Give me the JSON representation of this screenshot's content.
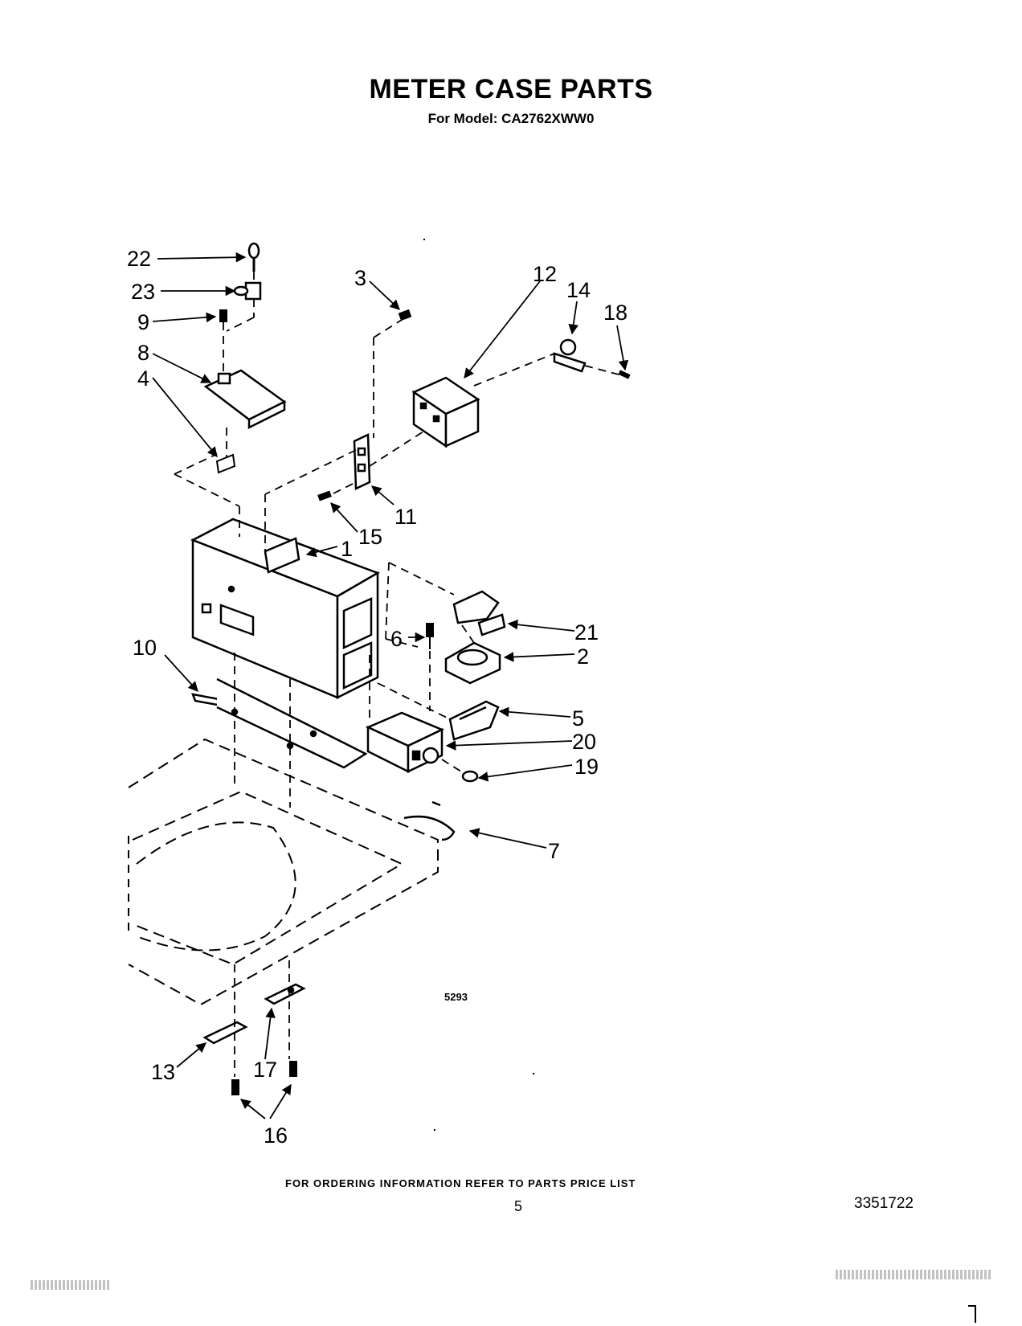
{
  "header": {
    "title": "METER CASE PARTS",
    "model_line": "For Model:  CA2762XWW0"
  },
  "diagram": {
    "figure_code": "5293",
    "callouts": [
      "22",
      "23",
      "9",
      "8",
      "4",
      "3",
      "12",
      "14",
      "18",
      "11",
      "15",
      "1",
      "10",
      "6",
      "21",
      "2",
      "5",
      "20",
      "19",
      "7",
      "13",
      "17",
      "16"
    ]
  },
  "footer": {
    "ordering_note": "FOR ORDERING INFORMATION REFER TO PARTS PRICE LIST",
    "page_number": "5",
    "part_number": "3351722"
  }
}
